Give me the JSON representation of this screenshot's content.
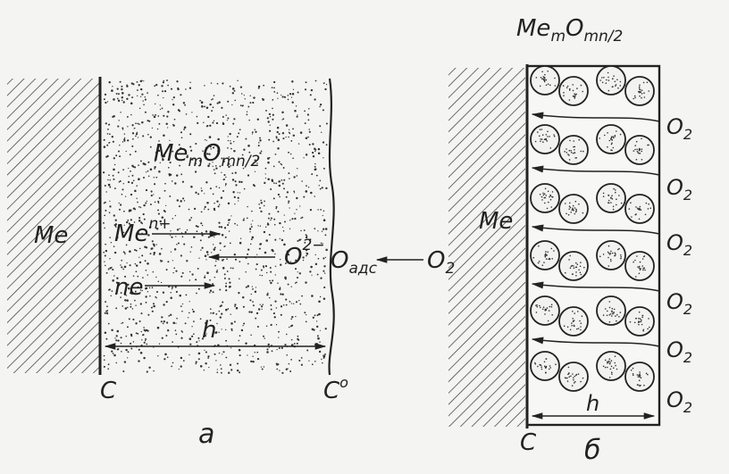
{
  "panel_a": {
    "metal_label": "Me",
    "oxide_formula_main": "Me",
    "oxide_formula_sub_m": "m",
    "oxide_formula_o": "O",
    "oxide_formula_sub_mn2": "mn/2",
    "cation_label": "Me",
    "cation_charge": "n+",
    "anion_label": "O",
    "anion_charge": "2−",
    "electron_label": "ne",
    "adsorbed_label": "O",
    "adsorbed_sub": "адс",
    "gas_label": "O",
    "gas_sub": "2",
    "thickness_label": "h",
    "conc_inner": "C",
    "conc_outer": "C",
    "conc_outer_sup": "o",
    "caption": "а"
  },
  "panel_b": {
    "metal_label": "Me",
    "oxide_formula_main": "Me",
    "oxide_formula_sub_m": "m",
    "oxide_formula_o": "O",
    "oxide_formula_sub_mn2": "mn/2",
    "gas_labels": [
      {
        "main": "O",
        "sub": "2"
      },
      {
        "main": "O",
        "sub": "2"
      },
      {
        "main": "O",
        "sub": "2"
      },
      {
        "main": "O",
        "sub": "2"
      },
      {
        "main": "O",
        "sub": "2"
      },
      {
        "main": "O",
        "sub": "2"
      }
    ],
    "thickness_label": "h",
    "conc_inner": "C",
    "caption": "б"
  }
}
